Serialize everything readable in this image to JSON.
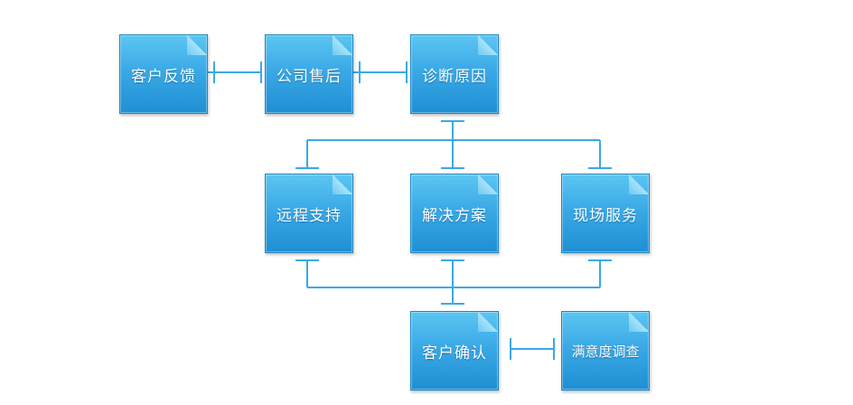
{
  "diagram": {
    "nodes": {
      "customer_feedback": "客户反馈",
      "company_aftersales": "公司售后",
      "diagnose_cause": "诊断原因",
      "remote_support": "远程支持",
      "solution": "解决方案",
      "onsite_service": "现场服务",
      "customer_confirm": "客户确认",
      "satisfaction_survey": "满意度调查"
    },
    "colors": {
      "node_fill": "#3aa9e6",
      "node_border": "#1e86c4",
      "connector": "#3aa9e6",
      "label": "#ffffff"
    }
  }
}
